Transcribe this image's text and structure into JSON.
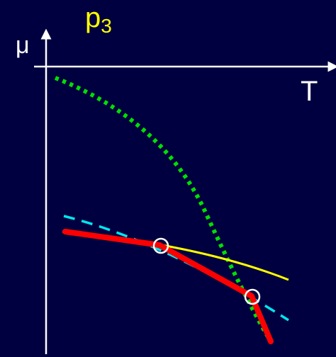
{
  "title": {
    "base": "p",
    "subscript": "3"
  },
  "axes": {
    "y_label": "μ",
    "x_label": "T"
  },
  "colors": {
    "background": "#000040",
    "axes": "#ffffff",
    "title": "#ffff00",
    "dotted_curve": "#00e000",
    "dashed_curve": "#00e5ee",
    "yellow_curve": "#ffff00",
    "red_curve": "#ff0000",
    "crossing_markers": "#ffffff"
  },
  "curves": [
    {
      "id": "dotted-green",
      "style": "dotted"
    },
    {
      "id": "dashed-cyan",
      "style": "dashed"
    },
    {
      "id": "yellow",
      "style": "solid"
    },
    {
      "id": "red-thick",
      "style": "solid-thick"
    }
  ],
  "markers": [
    {
      "id": "crossing-1",
      "shape": "circle"
    },
    {
      "id": "crossing-2",
      "shape": "circle"
    }
  ]
}
